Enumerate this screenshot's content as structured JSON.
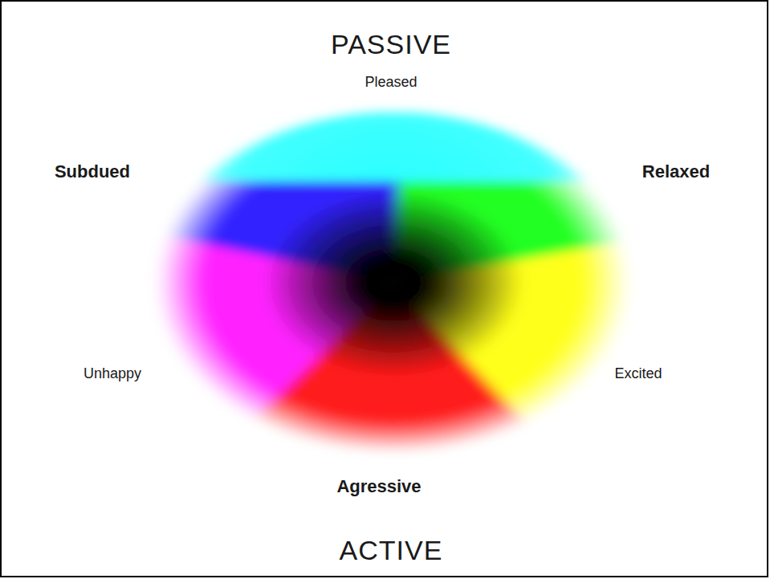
{
  "diagram": {
    "labels": [
      "PASSIVE",
      "Pleased",
      "Subdued",
      "Relaxed",
      "Unhappy",
      "Excited",
      "Agressive",
      "ACTIVE"
    ]
  }
}
